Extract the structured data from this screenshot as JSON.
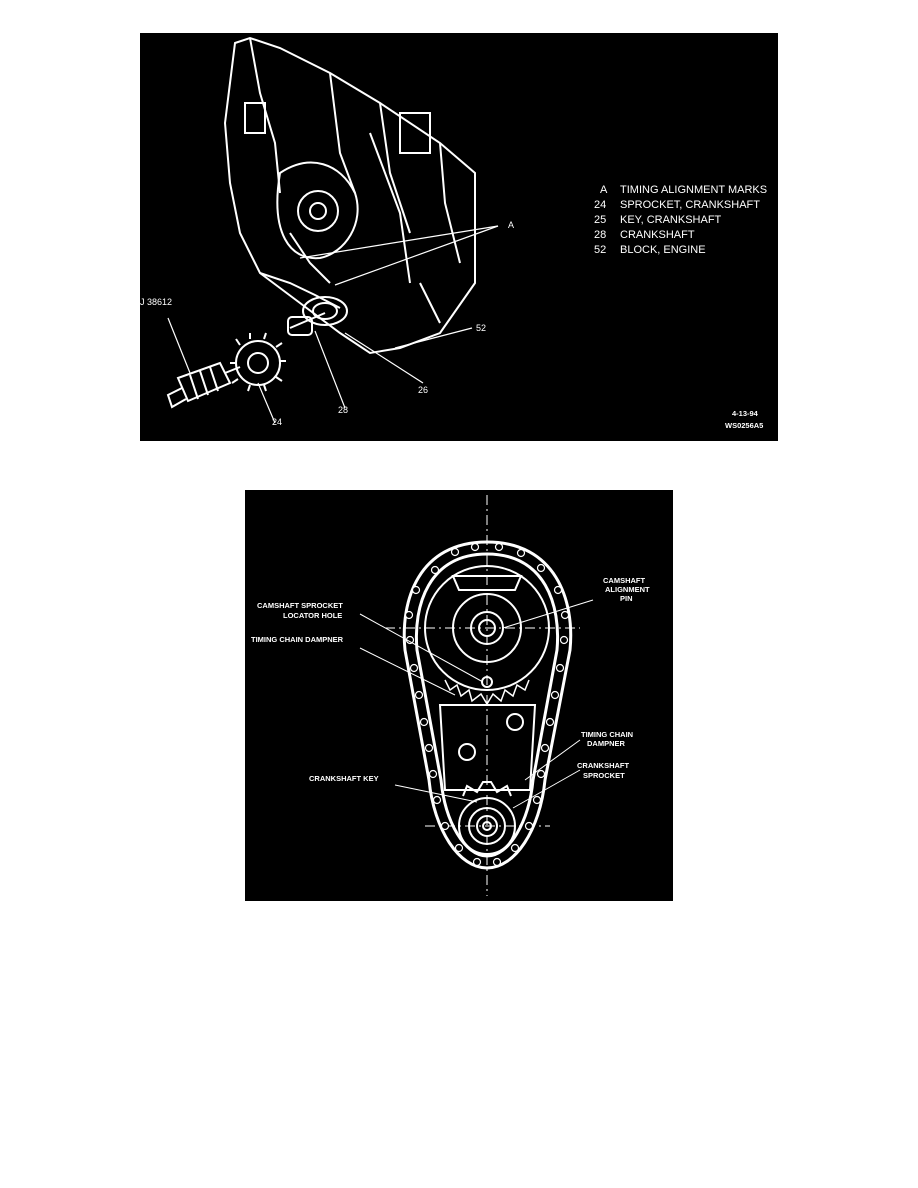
{
  "figure1": {
    "legend": [
      {
        "key": "A",
        "text": "TIMING ALIGNMENT MARKS"
      },
      {
        "key": "24",
        "text": "SPROCKET, CRANKSHAFT"
      },
      {
        "key": "25",
        "text": "KEY, CRANKSHAFT"
      },
      {
        "key": "28",
        "text": "CRANKSHAFT"
      },
      {
        "key": "52",
        "text": "BLOCK, ENGINE"
      }
    ],
    "callouts": {
      "tool": "J 38612",
      "a": "A",
      "c52": "52",
      "c26": "26",
      "c28": "28",
      "c24": "24"
    },
    "footer_date": "4-13-94",
    "footer_code": "WS0256A5"
  },
  "figure2": {
    "labels": {
      "cam_align_1": "CAMSHAFT",
      "cam_align_2": "ALIGNMENT",
      "cam_align_3": "PIN",
      "locator_1": "CAMSHAFT SPROCKET",
      "locator_2": "LOCATOR HOLE",
      "damper_left": "TIMING CHAIN DAMPNER",
      "damper_right_1": "TIMING CHAIN",
      "damper_right_2": "DAMPNER",
      "crank_sprocket_1": "CRANKSHAFT",
      "crank_sprocket_2": "SPROCKET",
      "crank_key": "CRANKSHAFT KEY"
    }
  }
}
